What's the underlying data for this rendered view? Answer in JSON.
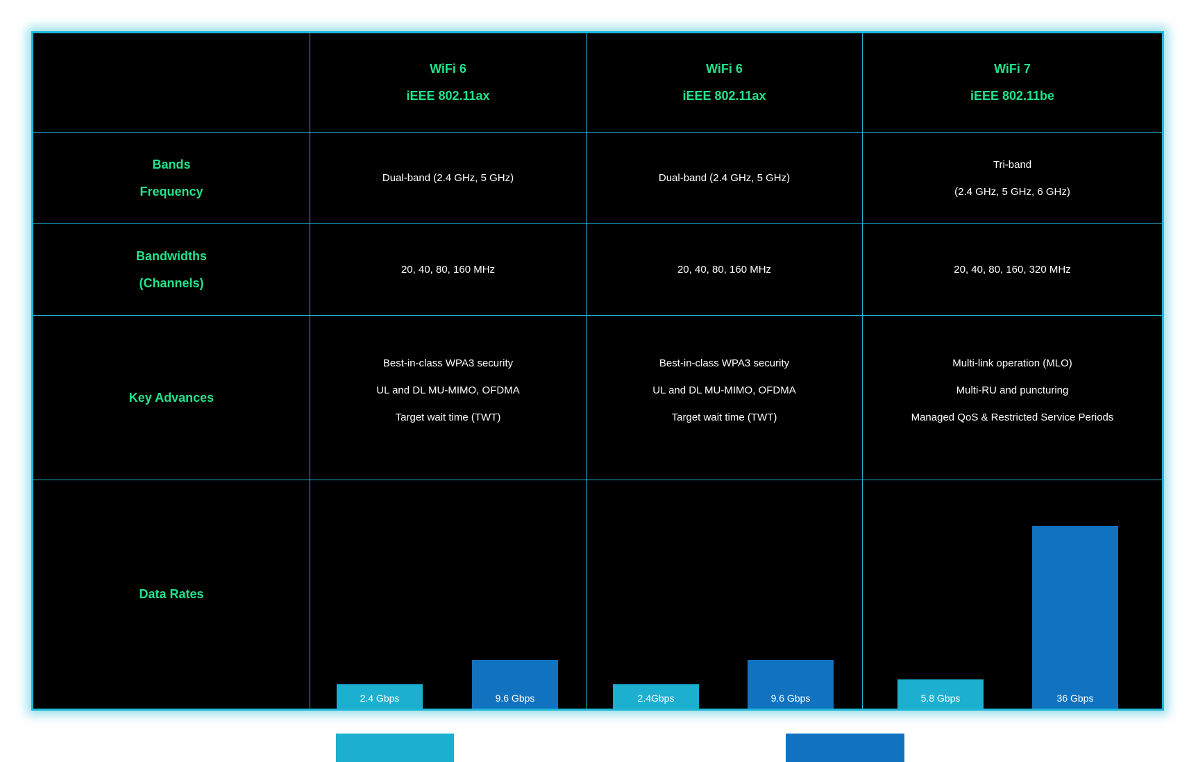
{
  "colors": {
    "accent": "#22e28a",
    "border": "#1fb6d6",
    "bar_light": "#1cafd0",
    "bar_dark": "#1172c0",
    "background": "#000000"
  },
  "header": {
    "corner": "",
    "columns": [
      {
        "line1": "WiFi 6",
        "line2": "iEEE 802.11ax"
      },
      {
        "line1": "WiFi 6",
        "line2": "iEEE 802.11ax"
      },
      {
        "line1": "WiFi 7",
        "line2": "iEEE 802.11be"
      }
    ]
  },
  "rows": {
    "bands": {
      "label_line1": "Bands",
      "label_line2": "Frequency",
      "values": [
        {
          "line1": "Dual-band (2.4 GHz, 5 GHz)"
        },
        {
          "line1": "Dual-band (2.4 GHz, 5 GHz)"
        },
        {
          "line1": "Tri-band",
          "line2": "(2.4 GHz, 5 GHz, 6 GHz)"
        }
      ]
    },
    "bandwidths": {
      "label_line1": "Bandwidths",
      "label_line2": "(Channels)",
      "values": [
        "20, 40, 80, 160 MHz",
        "20, 40, 80, 160 MHz",
        "20, 40, 80, 160, 320 MHz"
      ]
    },
    "advances": {
      "label": "Key Advances",
      "values": [
        [
          "Best-in-class WPA3 security",
          "UL and DL MU-MIMO,  OFDMA",
          "Target wait time (TWT)"
        ],
        [
          "Best-in-class WPA3 security",
          "UL and DL MU-MIMO,  OFDMA",
          "Target wait time (TWT)"
        ],
        [
          "Multi-link operation (MLO)",
          "Multi-RU and puncturing",
          "Managed QoS & Restricted Service Periods"
        ]
      ]
    },
    "data_rates": {
      "label": "Data Rates",
      "groups": [
        {
          "bars": [
            {
              "label": "2.4 Gbps",
              "value": 2.4,
              "style": "light"
            },
            {
              "label": "9.6 Gbps",
              "value": 9.6,
              "style": "dark"
            }
          ]
        },
        {
          "bars": [
            {
              "label": "2.4Gbps",
              "value": 2.4,
              "style": "light"
            },
            {
              "label": "9.6 Gbps",
              "value": 9.6,
              "style": "dark"
            }
          ]
        },
        {
          "bars": [
            {
              "label": "5.8 Gbps",
              "value": 5.8,
              "style": "light"
            },
            {
              "label": "36 Gbps",
              "value": 36,
              "style": "dark"
            }
          ]
        }
      ]
    }
  },
  "legend": {
    "swatches": [
      "light",
      "dark"
    ]
  }
}
